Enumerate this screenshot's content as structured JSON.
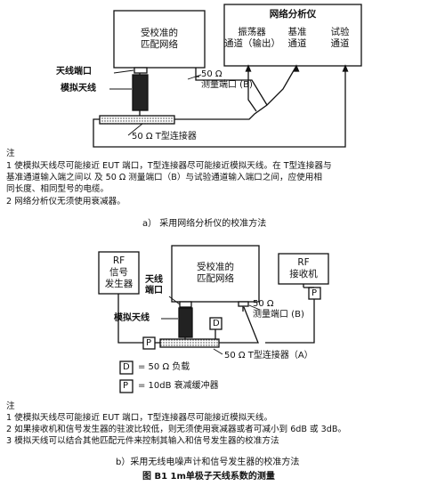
{
  "figA": {
    "dut_box": {
      "line1": "受校准的",
      "line2": "匹配网络"
    },
    "analyzer": {
      "title": "网络分析仪",
      "ch_osc": {
        "line1": "振荡器",
        "line2": "通道（输出）"
      },
      "ch_ref": {
        "line1": "基准",
        "line2": "通道"
      },
      "ch_test": {
        "line1": "试验",
        "line2": "通道"
      }
    },
    "antenna_port": "天线端口",
    "dummy_antenna": "模拟天线",
    "meas_port": {
      "line1": "50 Ω",
      "line2": "测量端口 (B)"
    },
    "tee": "50 Ω  T型连接器",
    "notes_title": "注",
    "notes": [
      "1  使模拟天线尽可能接近 EUT 端口，T型连接器尽可能接近模拟天线。在 T型连接器与",
      "    基准通道输入端之间以  及 50 Ω 测量端口（B）与试验通道输入端口之间，应使用相",
      "    同长度、相同型号的电缆。",
      "2  网络分析仪无须使用衰减器。"
    ],
    "caption": "a）  采用网络分析仪的校准方法"
  },
  "figB": {
    "rf_gen": {
      "line1": "RF",
      "line2": "信号",
      "line3": "发生器"
    },
    "dut_box": {
      "line1": "受校准的",
      "line2": "匹配网络"
    },
    "rf_rx": {
      "line1": "RF",
      "line2": "接收机"
    },
    "antenna_port": {
      "line1": "天线",
      "line2": "端口"
    },
    "dummy_antenna": "模拟天线",
    "meas_port": {
      "line1": "50 Ω",
      "line2": "测量端口 (B)"
    },
    "tee": "50 Ω  T型连接器（A）",
    "d_symbol": "D",
    "p_symbol": "P",
    "legend_d": "= 50 Ω  负载",
    "legend_p": "= 10dB 衰减缓冲器",
    "notes_title": "注",
    "notes": [
      "1  使模拟天线尽可能接近 EUT 端口，T型连接器尽可能接近模拟天线。",
      "2  如果接收机和信号发生器的驻波比较低，则无须使用衰减器或者可减小到 6dB 或 3dB。",
      "3  模拟天线可以结合其他匹配元件来控制其输入和信号发生器的校准方法"
    ],
    "caption": "b）采用无线电噪声计和信号发生器的校准方法"
  },
  "figure_title": "图 B1  1m单极子天线系数的测量"
}
